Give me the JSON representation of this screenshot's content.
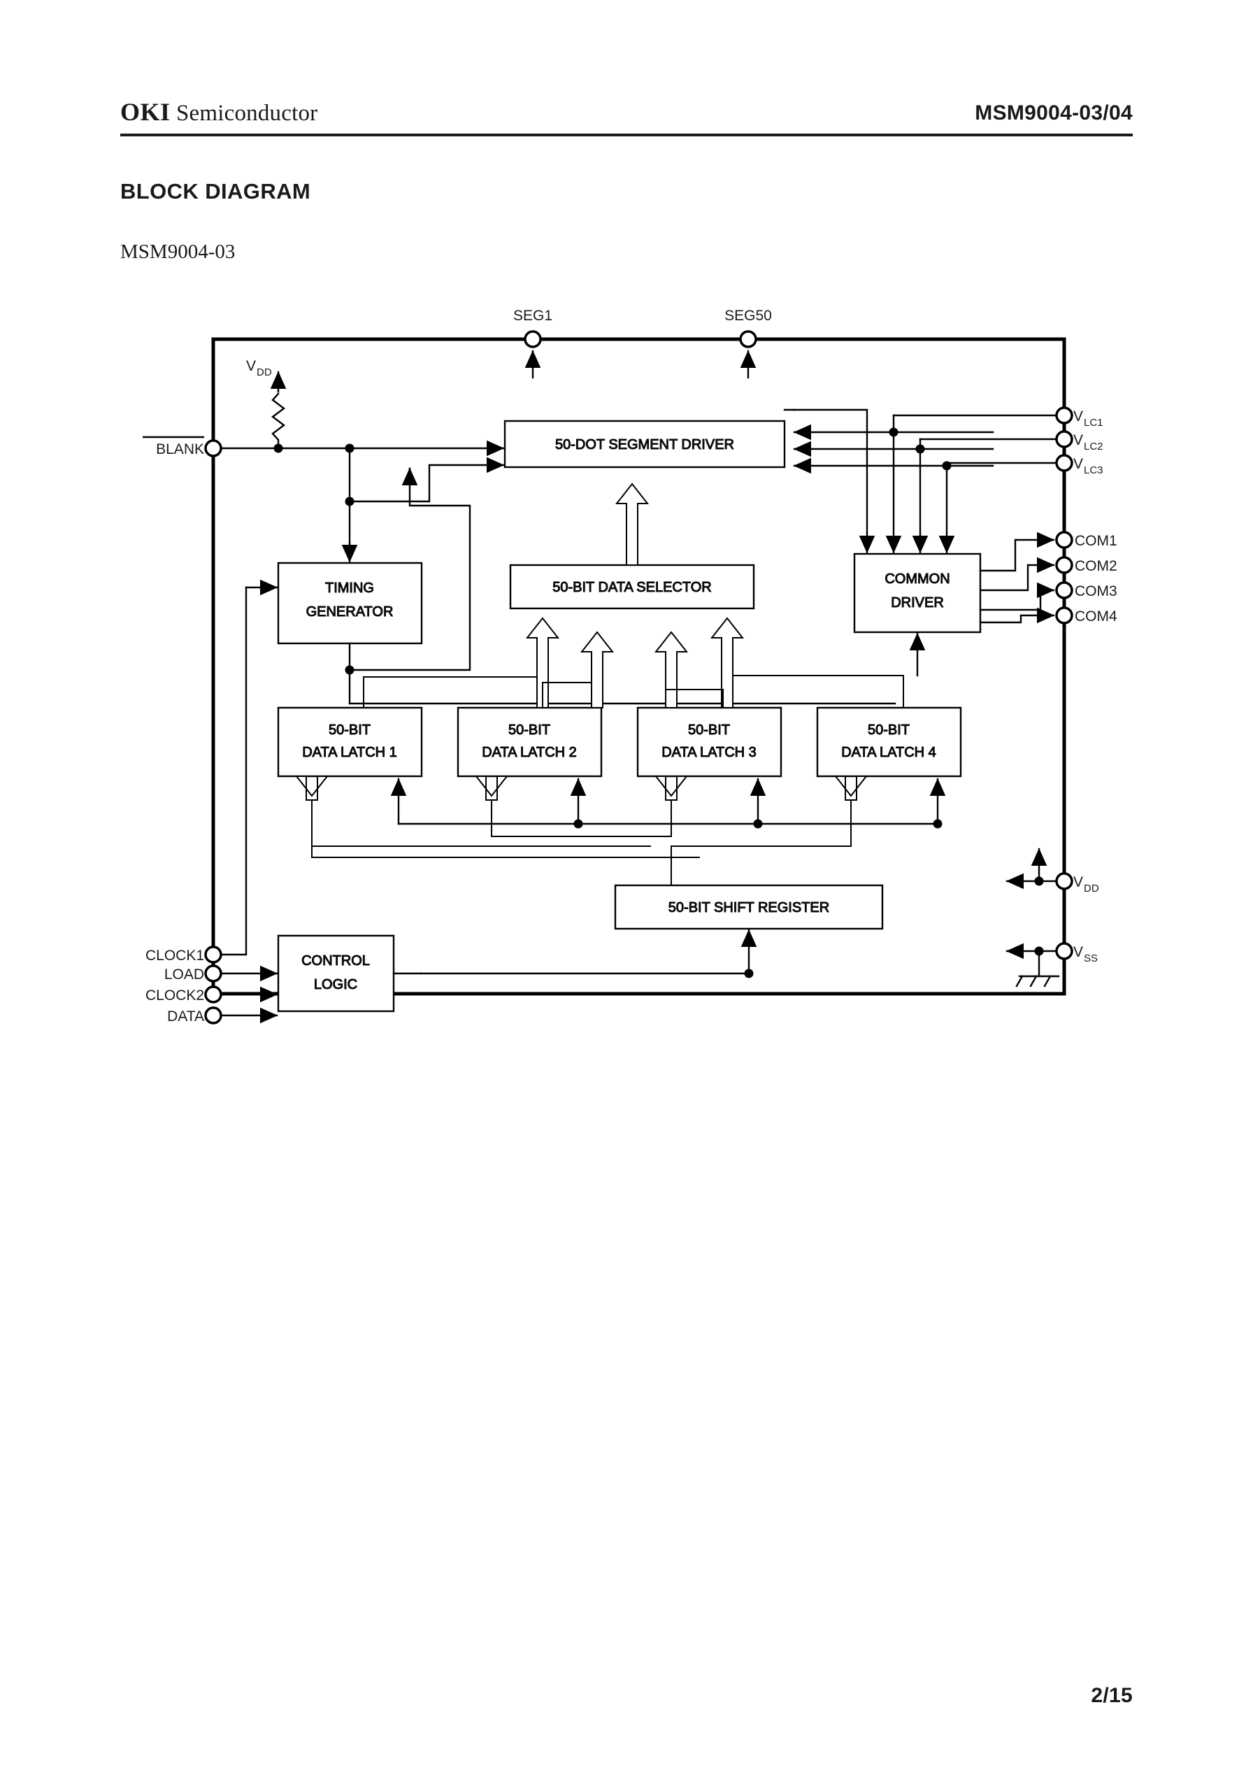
{
  "header": {
    "brand_bold": "OKI",
    "brand_rest": " Semiconductor",
    "part_number": "MSM9004-03/04"
  },
  "section_title": "BLOCK DIAGRAM",
  "device_title": "MSM9004-03",
  "footer": {
    "page": "2/15"
  },
  "diagram": {
    "blocks": {
      "segment_driver": "50-DOT SEGMENT DRIVER",
      "timing_generator_l1": "TIMING",
      "timing_generator_l2": "GENERATOR",
      "data_selector": "50-BIT DATA SELECTOR",
      "common_driver_l1": "COMMON",
      "common_driver_l2": "DRIVER",
      "latch1_l1": "50-BIT",
      "latch1_l2": "DATA LATCH 1",
      "latch2_l1": "50-BIT",
      "latch2_l2": "DATA LATCH 2",
      "latch3_l1": "50-BIT",
      "latch3_l2": "DATA LATCH 3",
      "latch4_l1": "50-BIT",
      "latch4_l2": "DATA LATCH 4",
      "shift_register": "50-BIT SHIFT REGISTER",
      "control_logic_l1": "CONTROL",
      "control_logic_l2": "LOGIC"
    },
    "top_pins": {
      "seg1": "SEG1",
      "seg50": "SEG50"
    },
    "left_pins": {
      "blank": "BLANK",
      "vdd_pullup_base": "V",
      "vdd_pullup_sub": "DD",
      "clock1": "CLOCK1",
      "load": "LOAD",
      "clock2": "CLOCK2",
      "data": "DATA"
    },
    "right_pins": {
      "vlc1_base": "V",
      "vlc1_sub": "LC1",
      "vlc2_base": "V",
      "vlc2_sub": "LC2",
      "vlc3_base": "V",
      "vlc3_sub": "LC3",
      "com1": "COM1",
      "com2": "COM2",
      "com3": "COM3",
      "com4": "COM4",
      "vdd_base": "V",
      "vdd_sub": "DD",
      "vss_base": "V",
      "vss_sub": "SS"
    },
    "colors": {
      "ink": "#1a1a1a",
      "line": "#000000",
      "background": "#ffffff"
    }
  }
}
